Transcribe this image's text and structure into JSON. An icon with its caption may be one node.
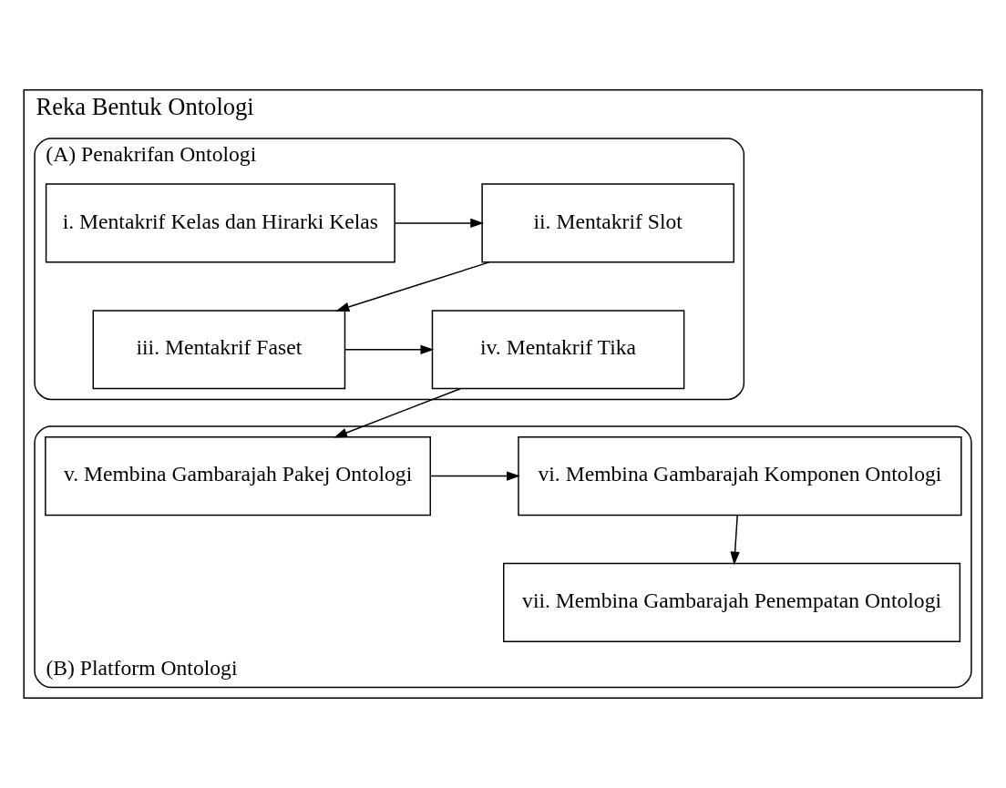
{
  "diagram": {
    "nodes": [
      {
        "text": [
          "Reka Bentuk Ontologi"
        ]
      },
      {
        "text": [
          "(A) Penakrifan Ontologi"
        ],
        "in": 0
      },
      {
        "text": [
          "i. Mentakrif Kelas dan Hirarki Kelas"
        ],
        "in": 1
      },
      {
        "text": [
          "ii. Mentakrif Slot"
        ],
        "in": 1
      },
      {
        "text": [
          "iii. Mentakrif Faset"
        ],
        "in": 1
      },
      {
        "text": [
          "iv. Mentakrif Tika"
        ],
        "in": 1
      },
      {
        "text": [
          "(B) Platform Ontologi"
        ],
        "in": 0
      },
      {
        "text": [
          "v. Membina Gambarajah Pakej Ontologi"
        ],
        "in": 6
      },
      {
        "text": [
          "vi. Membina Gambarajah Komponen Ontologi"
        ],
        "in": 6
      },
      {
        "text": [
          "vii. Membina Gambarajah Penempatan Ontologi"
        ],
        "in": 6
      }
    ],
    "edges": [
      {
        "from": 2,
        "to": 3,
        "arrow": "to"
      },
      {
        "from": 3,
        "to": 4,
        "arrow": "to"
      },
      {
        "from": 4,
        "to": 5,
        "arrow": "to"
      },
      {
        "from": 5,
        "to": 7,
        "arrow": "to"
      },
      {
        "from": 7,
        "to": 8,
        "arrow": "to"
      },
      {
        "from": 8,
        "to": 9,
        "arrow": "to"
      }
    ]
  }
}
